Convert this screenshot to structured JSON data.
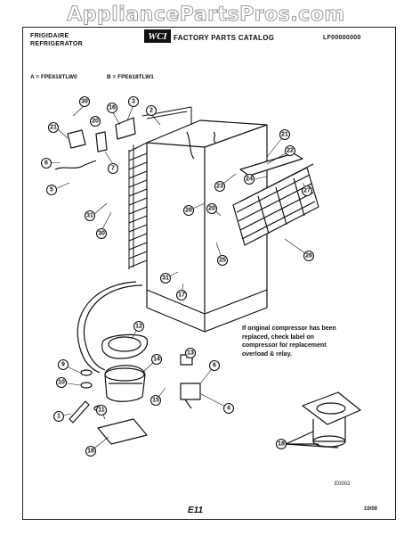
{
  "watermark": "AppliancePartsPros.com",
  "header": {
    "brand_line1": "FRIGIDAIRE",
    "brand_line2": "REFRIGERATOR",
    "catalog_title": "FACTORY PARTS CATALOG",
    "part_number": "LF00000000",
    "logo_name": "wci-logo"
  },
  "models": {
    "a": "A = FPE618TLW0",
    "b": "B = FPE618TLW1"
  },
  "note": "If original compressor has been replaced, check label on compressor for replacement overload & relay.",
  "figure_id": "E0002",
  "page_label": "E11",
  "date": "10/00",
  "callouts": [
    "30",
    "21",
    "20",
    "6",
    "5",
    "16",
    "3",
    "2",
    "7",
    "31",
    "30",
    "21",
    "22",
    "23",
    "24",
    "27",
    "28",
    "20",
    "26",
    "25",
    "31",
    "17",
    "12",
    "14",
    "13",
    "6",
    "9",
    "10",
    "11",
    "1",
    "15",
    "4",
    "18",
    "18"
  ]
}
